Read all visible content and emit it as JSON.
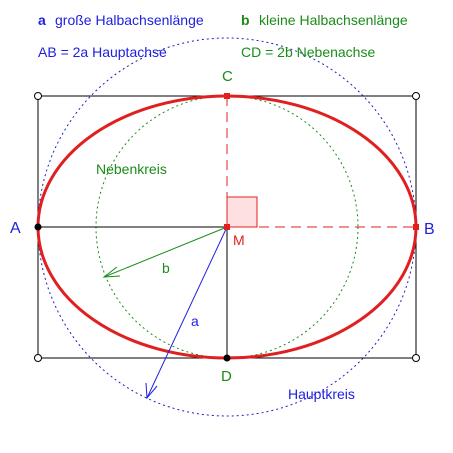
{
  "legend": {
    "a_letter": "a",
    "a_text": "große Halbachsenlänge",
    "b_letter": "b",
    "b_text": "kleine Halbachsenlänge",
    "ab_text": "AB = 2a  Hauptachse",
    "cd_text": "CD = 2b  Nebenachse"
  },
  "points": {
    "A": "A",
    "B": "B",
    "C": "C",
    "D": "D",
    "M": "M"
  },
  "labels": {
    "nebenkreis": "Nebenkreis",
    "hauptkreis": "Hauptkreis",
    "a": "a",
    "b": "b"
  },
  "colors": {
    "ellipse": "#e02020",
    "main_circle": "#2020c0",
    "minor_circle": "#1a8c1a",
    "axes": "#000000",
    "right_angle_fill": "#ffe0e0"
  }
}
